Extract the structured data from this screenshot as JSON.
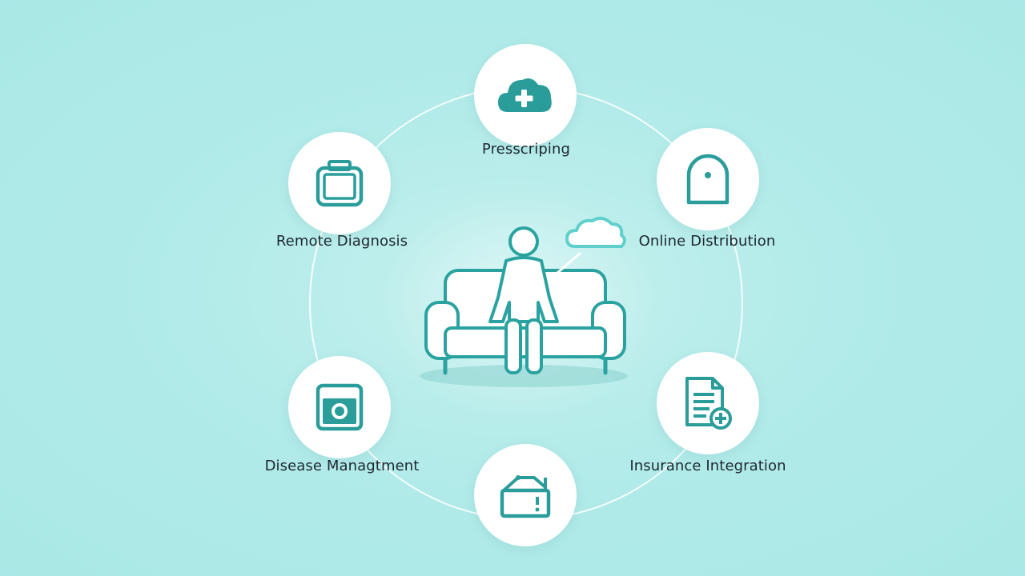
{
  "palette": {
    "background": "#aee9e7",
    "icon": "#2a9d9a",
    "node": "#ffffff",
    "text": "#1d2730"
  },
  "nodes": {
    "prescribing": {
      "label": "Presscriping",
      "icon": "cloud-plus-icon"
    },
    "online_distribution": {
      "label": "Online Distribution",
      "icon": "disc-device-icon"
    },
    "insurance_integration": {
      "label": "Insurance Integration",
      "icon": "document-plus-icon"
    },
    "alert": {
      "label": "",
      "icon": "alert-box-icon"
    },
    "disease_management": {
      "label": "Disease Managtment",
      "icon": "monitor-record-icon"
    },
    "remote_diagnosis": {
      "label": "Remote Diagnosis",
      "icon": "device-frame-icon"
    }
  },
  "center": {
    "icon": "patient-on-sofa-icon",
    "bubble_icon": "cloud-icon"
  }
}
